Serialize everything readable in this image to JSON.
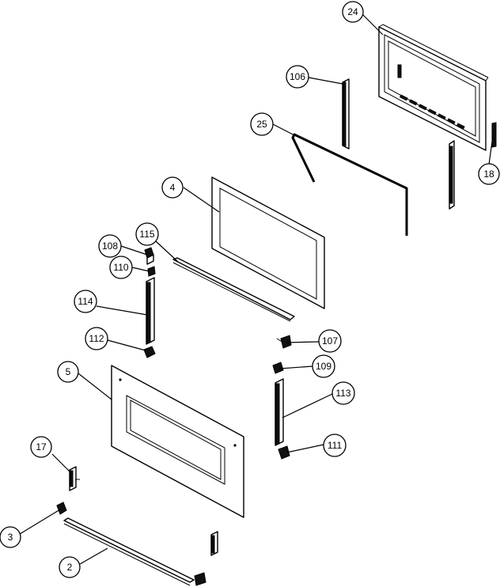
{
  "callouts": {
    "c24": "24",
    "c106": "106",
    "c25": "25",
    "c18": "18",
    "c4": "4",
    "c115": "115",
    "c108": "108",
    "c110": "110",
    "c114": "114",
    "c112": "112",
    "c107": "107",
    "c109": "109",
    "c5": "5",
    "c113": "113",
    "c111": "111",
    "c17": "17",
    "c3": "3",
    "c2": "2"
  }
}
